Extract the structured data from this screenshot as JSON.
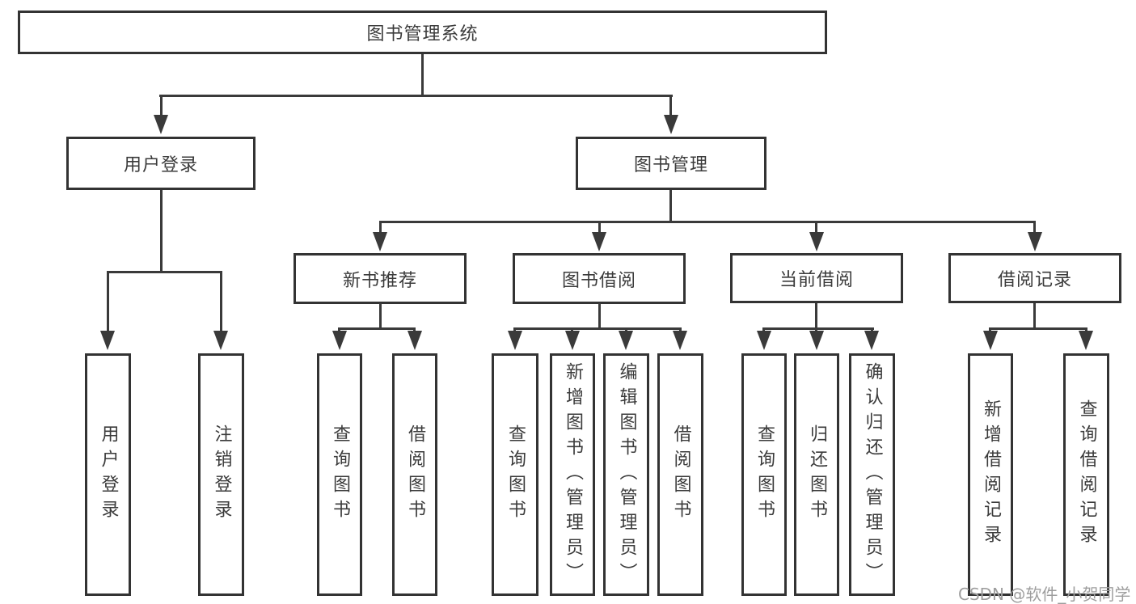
{
  "diagram": {
    "nodes": {
      "root": "图书管理系统",
      "user_login": "用户登录",
      "book_mgmt": "图书管理",
      "new_book_recommend": "新书推荐",
      "book_borrow": "图书借阅",
      "current_borrow": "当前借阅",
      "borrow_records": "借阅记录"
    },
    "leaves": {
      "user_login": [
        "用户登录",
        "注销登录"
      ],
      "new_book_recommend": [
        "查询图书",
        "借阅图书"
      ],
      "book_borrow": [
        "查询图书",
        "新增图书（管理员）",
        "编辑图书（管理员）",
        "借阅图书"
      ],
      "current_borrow": [
        "查询图书",
        "归还图书",
        "确认归还（管理员）"
      ],
      "borrow_records": [
        "新增借阅记录",
        "查询借阅记录"
      ]
    },
    "watermark": "CSDN @软件_小贺同学",
    "colors": {
      "line": "#3a3a3a",
      "border": "#333333",
      "text": "#3b3b3b",
      "watermark": "#9e9e9e",
      "background": "#ffffff"
    }
  }
}
